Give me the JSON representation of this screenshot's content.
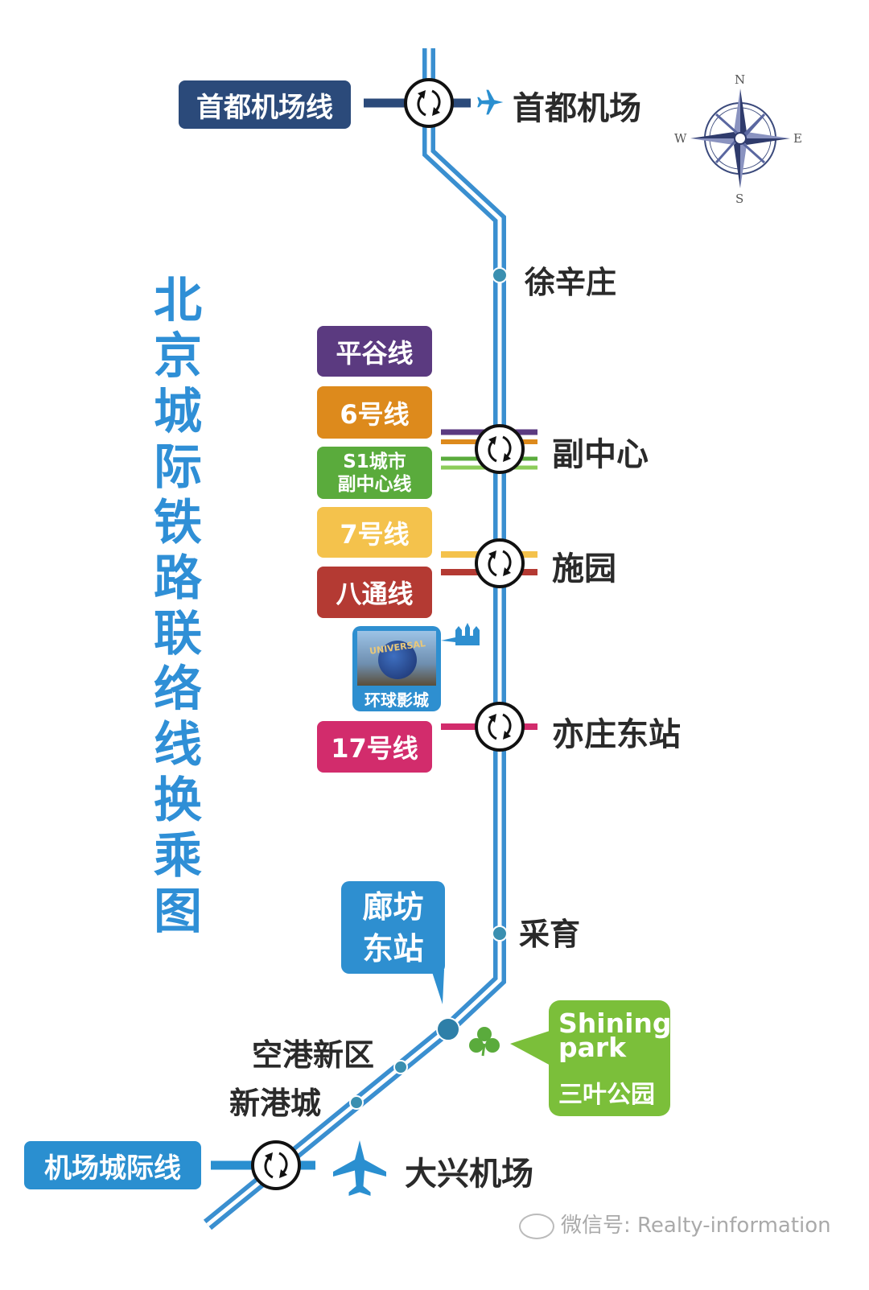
{
  "title": "北京城际铁路联络线换乘图",
  "colors": {
    "main_line": "#3a8fd0",
    "capital_airport_line": "#2b4a7a",
    "pinggu": "#5b3a80",
    "line6": "#dd8a1c",
    "s1": "#5aab3c",
    "line7": "#f4c24c",
    "batong": "#b43a33",
    "line17": "#d22c6c",
    "shining_park": "#7bbf3a",
    "title": "#2f8fd6"
  },
  "compass": {
    "n": "N",
    "s": "S",
    "e": "E",
    "w": "W"
  },
  "lines": {
    "capital_airport_line": "首都机场线",
    "pinggu": "平谷线",
    "line6": "6号线",
    "s1_line1": "S1城市",
    "s1_line2": "副中心线",
    "line7": "7号线",
    "batong": "八通线",
    "line17": "17号线",
    "airport_intercity": "机场城际线"
  },
  "stations": {
    "capital_airport": "首都机场",
    "xuxinzhuang": "徐辛庄",
    "fuzhongxin": "副中心",
    "shiyuan": "施园",
    "yizhuang_east": "亦庄东站",
    "caiyu": "采育",
    "langfang_east_1": "廊坊",
    "langfang_east_2": "东站",
    "konggang": "空港新区",
    "xingangcheng": "新港城",
    "daxing_airport": "大兴机场"
  },
  "landmarks": {
    "universal_logo": "UNIVERSAL",
    "universal_label": "环球影城",
    "shining_1": "Shining",
    "shining_2": "park",
    "shining_cn": "三叶公园"
  },
  "watermark": "微信号: Realty-information"
}
